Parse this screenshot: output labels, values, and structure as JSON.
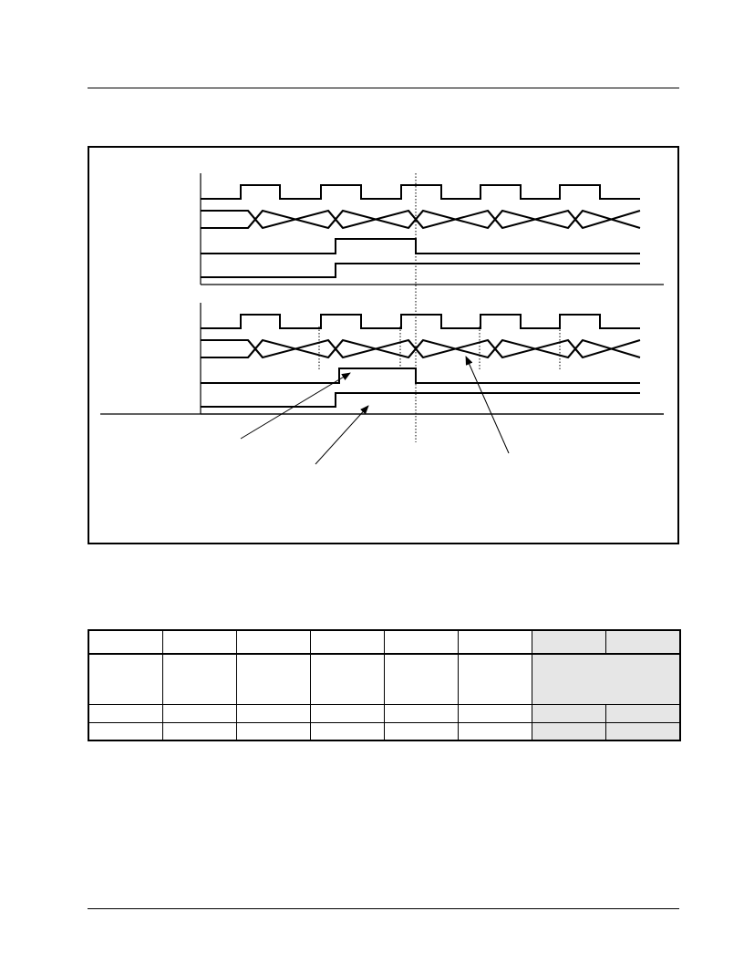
{
  "page": {
    "header_text": "",
    "footer_text": ""
  },
  "timing_diagram": {
    "caption": "",
    "panels": [
      {
        "signals": [
          {
            "kind": "clock",
            "label": ""
          },
          {
            "kind": "bus",
            "label": ""
          },
          {
            "kind": "pulse",
            "label": ""
          },
          {
            "kind": "step",
            "label": ""
          }
        ]
      },
      {
        "signals": [
          {
            "kind": "clock",
            "label": ""
          },
          {
            "kind": "bus",
            "label": ""
          },
          {
            "kind": "pulse",
            "label": ""
          },
          {
            "kind": "step",
            "label": ""
          }
        ]
      }
    ],
    "annotations": [
      {
        "name": "pulse-callout",
        "text": ""
      },
      {
        "name": "step-callout",
        "text": ""
      },
      {
        "name": "bus-callout",
        "text": ""
      }
    ]
  },
  "register_table": {
    "columns": 8,
    "shaded_columns": [
      6,
      7
    ],
    "rows": [
      {
        "cells": [
          "",
          "",
          "",
          "",
          "",
          "",
          "",
          ""
        ]
      },
      {
        "cells": [
          "",
          "",
          "",
          "",
          "",
          "",
          ""
        ],
        "merged_shaded_cell": true
      },
      {
        "cells": [
          "",
          "",
          "",
          "",
          "",
          "",
          "",
          ""
        ]
      },
      {
        "cells": [
          "",
          "",
          "",
          "",
          "",
          "",
          "",
          ""
        ]
      }
    ]
  }
}
